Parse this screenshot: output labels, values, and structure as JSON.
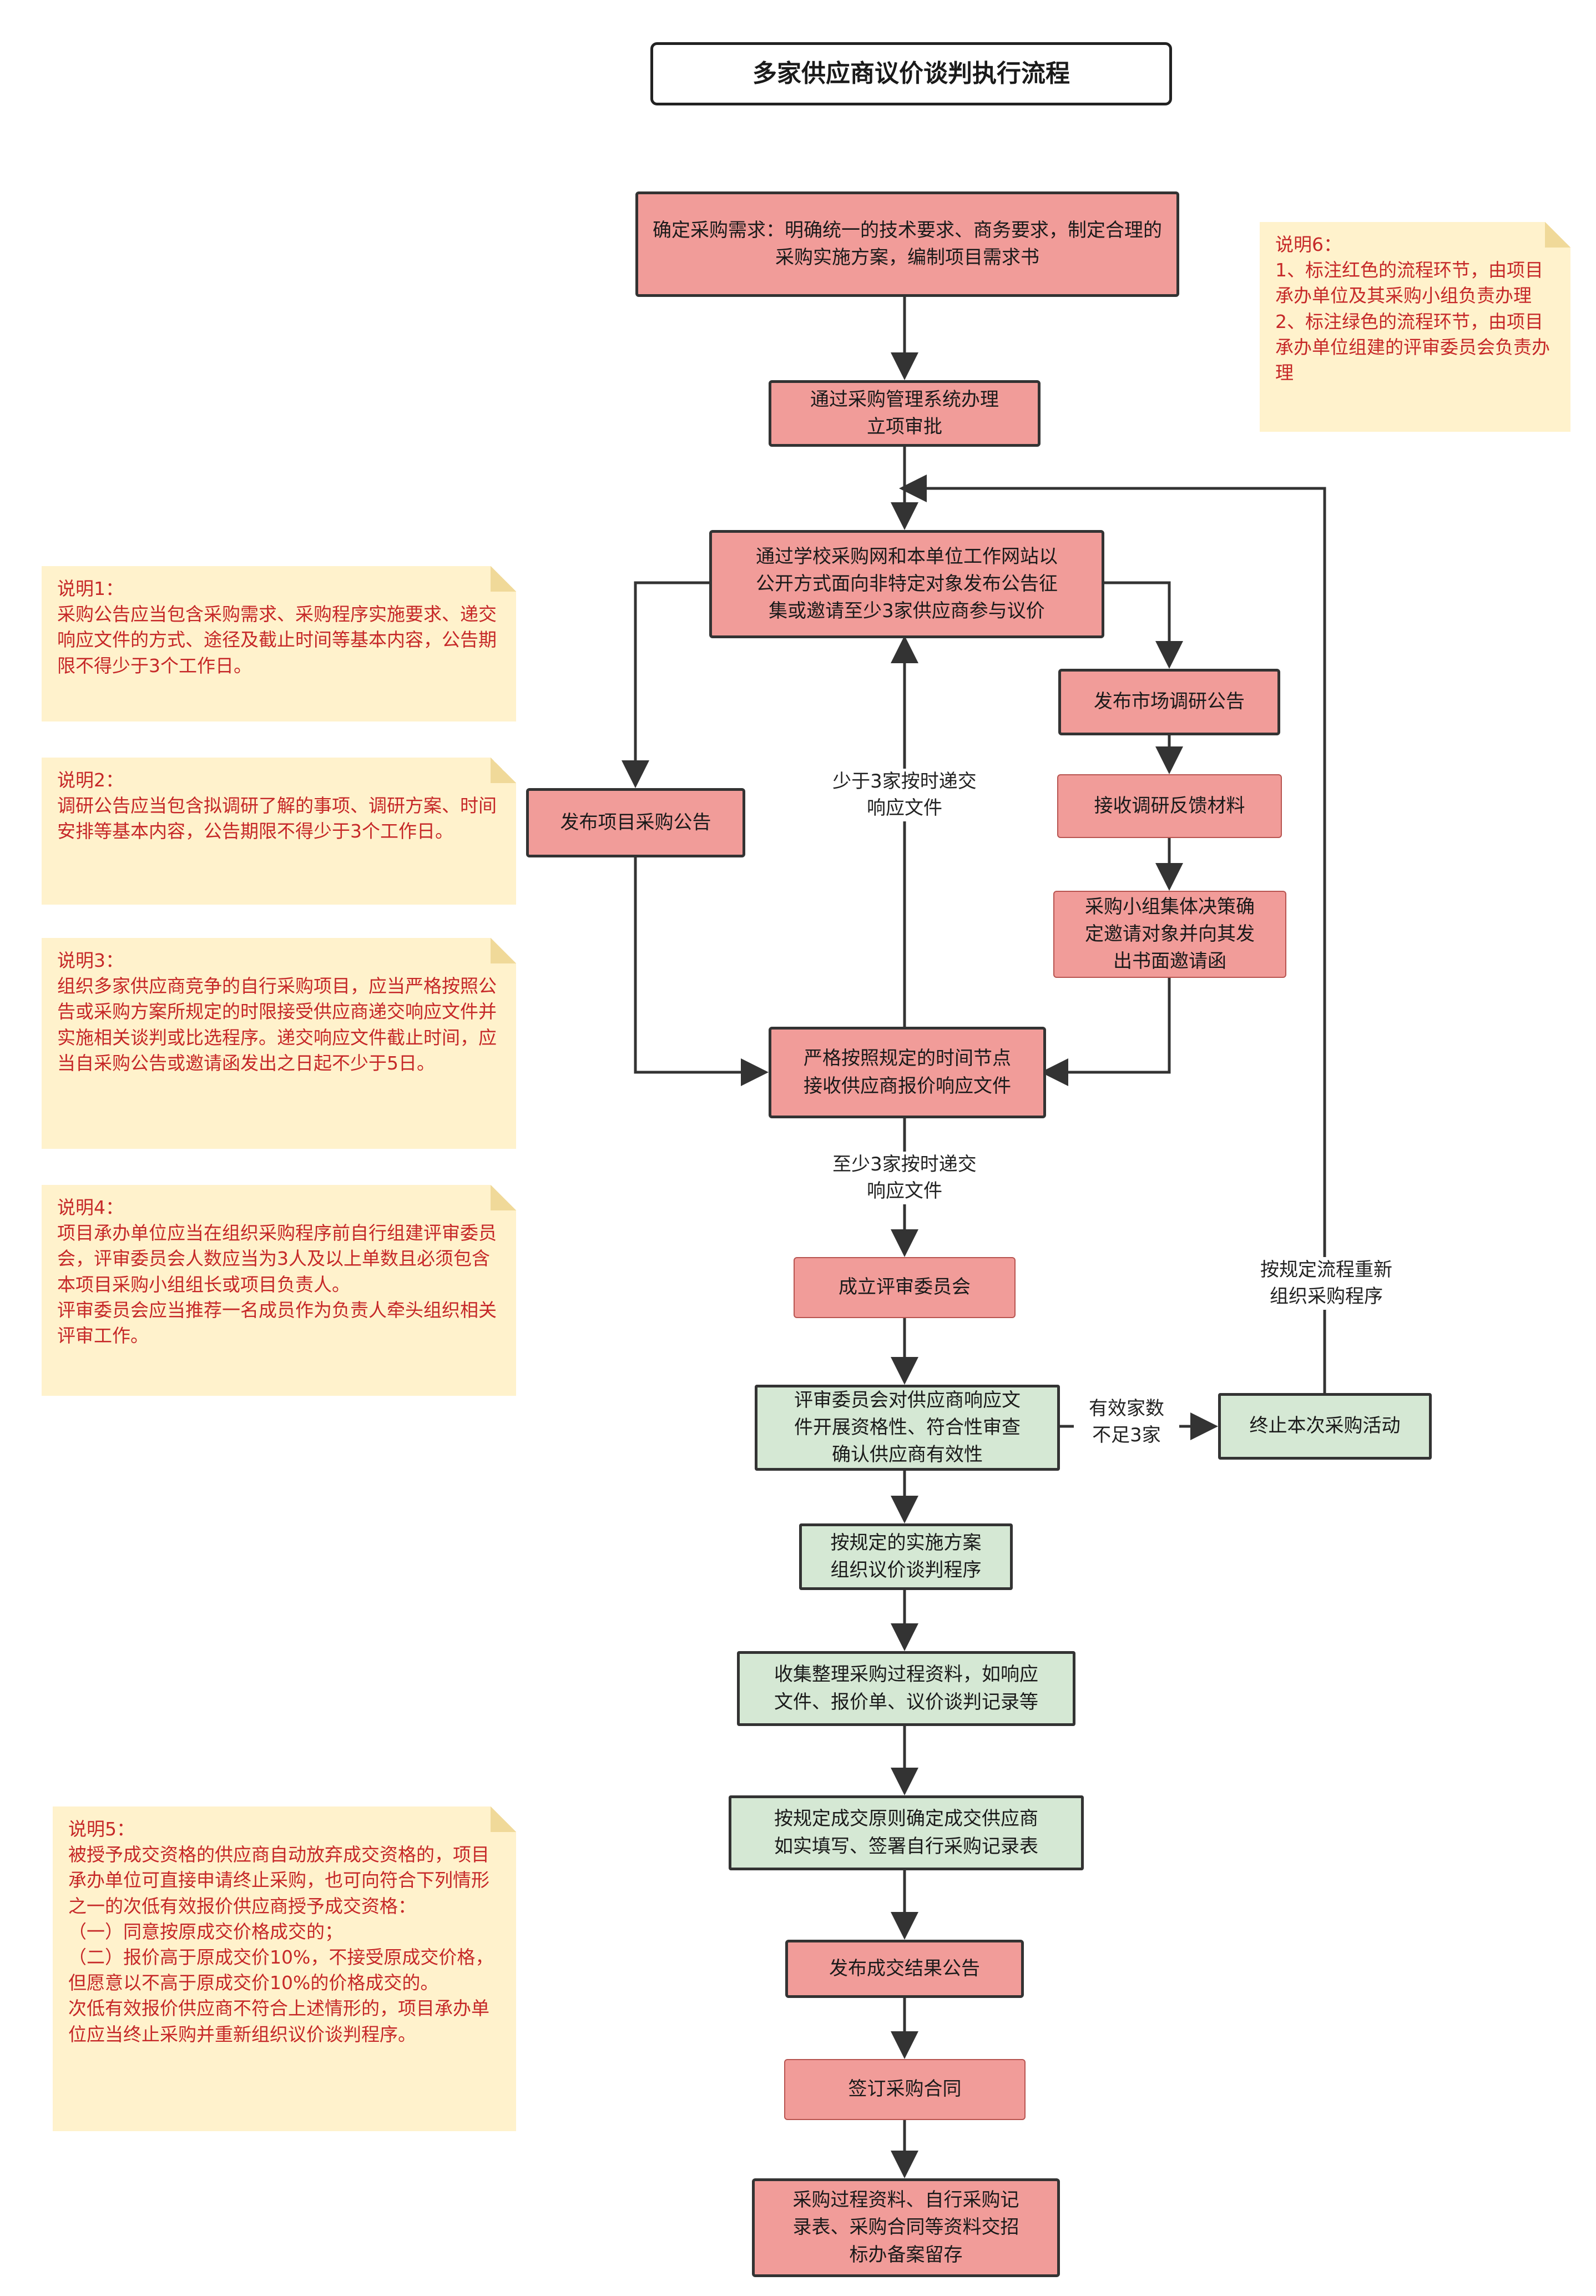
{
  "title": "多家供应商议价谈判执行流程",
  "nodes": {
    "n1": "确定采购需求：明确统一的技术要求、商务要求，制定合理的采购实施方案，编制项目需求书",
    "n2": "通过采购管理系统办理\n立项审批",
    "n3": "通过学校采购网和本单位工作网站以\n公开方式面向非特定对象发布公告征\n集或邀请至少3家供应商参与议价",
    "n4": "发布项目采购公告",
    "n5": "发布市场调研公告",
    "n6": "接收调研反馈材料",
    "n7": "采购小组集体决策确\n定邀请对象并向其发\n出书面邀请函",
    "n8": "严格按照规定的时间节点\n接收供应商报价响应文件",
    "n9": "成立评审委员会",
    "n10": "评审委员会对供应商响应文\n件开展资格性、符合性审查\n确认供应商有效性",
    "n11": "终止本次采购活动",
    "n12": "按规定的实施方案\n组织议价谈判程序",
    "n13": "收集整理采购过程资料，如响应\n文件、报价单、议价谈判记录等",
    "n14": "按规定成交原则确定成交供应商\n如实填写、签署自行采购记录表",
    "n15": "发布成交结果公告",
    "n16": "签订采购合同",
    "n17": "采购过程资料、自行采购记\n录表、采购合同等资料交招\n标办备案留存"
  },
  "edge_labels": {
    "less_than_3": "少于3家按时递交\n响应文件",
    "at_least_3": "至少3家按时递交\n响应文件",
    "valid_less_3": "有效家数\n不足3家",
    "restart": "按规定流程重新\n组织采购程序"
  },
  "notes": {
    "note1": "说明1：\n采购公告应当包含采购需求、采购程序实施要求、递交响应文件的方式、途径及截止时间等基本内容，公告期限不得少于3个工作日。",
    "note2": "说明2：\n调研公告应当包含拟调研了解的事项、调研方案、时间安排等基本内容，公告期限不得少于3个工作日。",
    "note3": "说明3：\n组织多家供应商竞争的自行采购项目，应当严格按照公告或采购方案所规定的时限接受供应商递交响应文件并实施相关谈判或比选程序。递交响应文件截止时间，应当自采购公告或邀请函发出之日起不少于5日。",
    "note4": "说明4：\n项目承办单位应当在组织采购程序前自行组建评审委员会，评审委员会人数应当为3人及以上单数且必须包含本项目采购小组组长或项目负责人。\n评审委员会应当推荐一名成员作为负责人牵头组织相关评审工作。",
    "note5": "说明5：\n被授予成交资格的供应商自动放弃成交资格的，项目承办单位可直接申请终止采购，也可向符合下列情形之一的次低有效报价供应商授予成交资格：\n（一）同意按原成交价格成交的；\n（二）报价高于原成交价10%，不接受原成交价格，但愿意以不高于原成交价10%的价格成交的。\n次低有效报价供应商不符合上述情形的，项目承办单位应当终止采购并重新组织议价谈判程序。",
    "note6": "说明6：\n1、标注红色的流程环节，由项目承办单位及其采购小组负责办理\n2、标注绿色的流程环节，由项目承办单位组建的评审委员会负责办理"
  },
  "colors": {
    "red_fill": "#f19c99",
    "green_fill": "#d5e8d4",
    "note_fill": "#fff2cc",
    "note_text": "#c62828"
  }
}
